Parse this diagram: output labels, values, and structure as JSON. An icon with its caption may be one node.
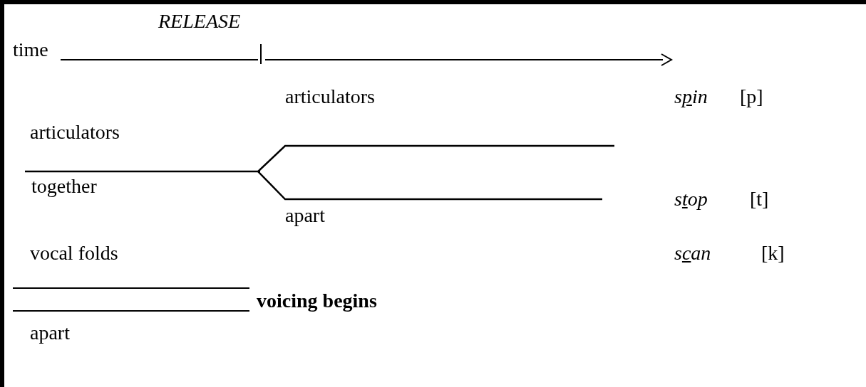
{
  "diagram": {
    "labels": [
      "*RELEASE*",
      "time",
      "articulators",
      "*spin*",
      "[p]",
      "articulators",
      "together",
      "apart",
      "*stop*",
      "[t]",
      "vocal folds",
      "*scan*",
      "[k]",
      "**voicing begins**",
      "apart"
    ]
  }
}
